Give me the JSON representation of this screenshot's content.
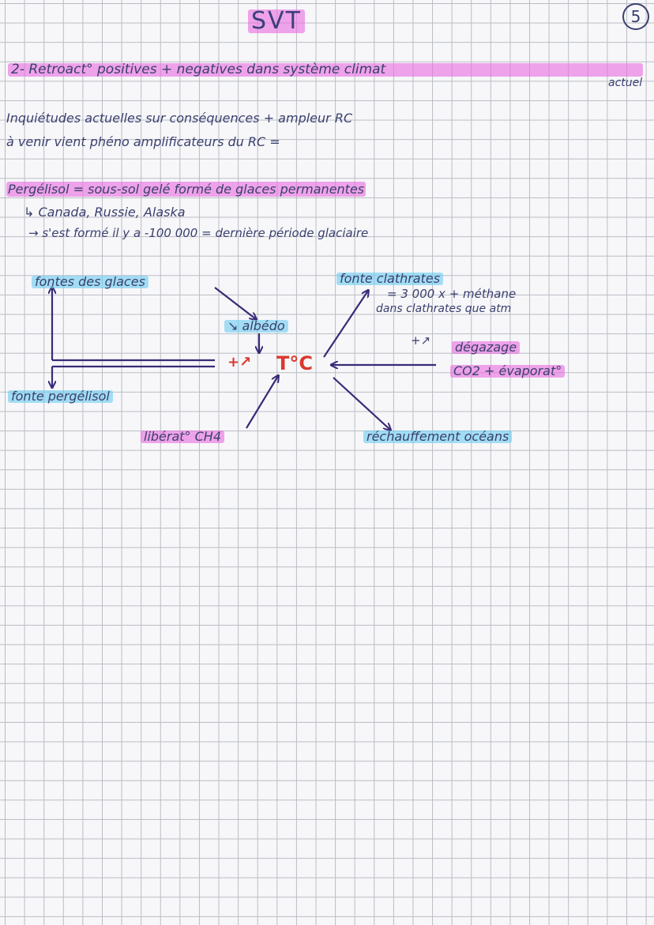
{
  "header": {
    "subject": "SVT",
    "page_number": "5"
  },
  "section": {
    "title": "2- Retroact° positives + negatives dans système climat",
    "title_suffix": "actuel"
  },
  "intro": {
    "line1": "Inquiétudes actuelles sur conséquences + ampleur RC",
    "line2": "à venir vient phéno amplificateurs du RC ="
  },
  "permafrost": {
    "definition": "Pergélisol = sous-sol gelé formé de glaces permanentes",
    "locations": "↳ Canada, Russie, Alaska",
    "formation": "→ s'est formé il y a -100 000 = dernière période glaciaire"
  },
  "diagram": {
    "center": "T°C",
    "amplifier_sign": "+↗",
    "nodes": {
      "melting_ice": "fontes des glaces",
      "albedo": "↘ albédo",
      "melting_permafrost": "fonte pergélisol",
      "methane_release": "libérat° CH4",
      "clathrate_melt": "fonte clathrates",
      "clathrate_note_1": "= 3 000 x + méthane",
      "clathrate_note_2": "dans clathrates que atm",
      "degassing_sign": "+↗",
      "degassing": "dégazage",
      "co2_evaporation": "CO2 + évaporat°",
      "ocean_warming": "réchauffement océans"
    }
  }
}
